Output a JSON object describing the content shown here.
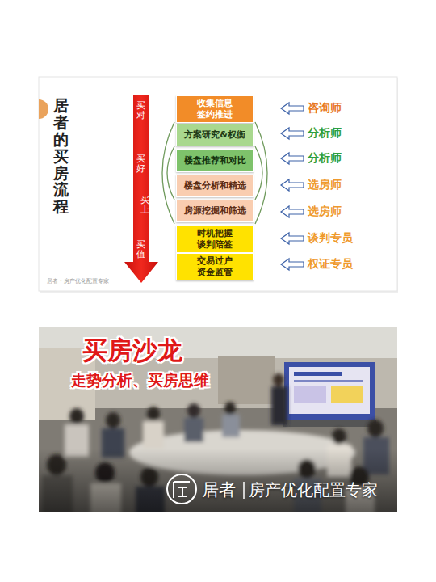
{
  "diagram": {
    "title": "居者的买房流程",
    "nodes": [
      {
        "text": [
          "收集信息 签约推进"
        ]
      },
      {
        "text": [
          "方案研究&权衡"
        ]
      },
      {
        "text": [
          "楼盘推荐和对比"
        ]
      },
      {
        "text": [
          "楼盘分析和精选"
        ]
      },
      {
        "text": [
          "房源挖掘和筛选"
        ]
      },
      {
        "text": [
          "时机把握 谈判陪签"
        ]
      },
      {
        "text": [
          "交易过户 资金监管"
        ]
      }
    ],
    "labels": [
      "买对",
      "买好",
      "买上",
      "买值",
      "咨询师",
      "分析师",
      "分析师",
      "选房师",
      "选房师",
      "谈判专员",
      "权证专员",
      "居者 · 房产优化配置专家",
      "买房沙龙",
      "走势分析、买房思维",
      "居者",
      "房产优化配置专家"
    ]
  }
}
